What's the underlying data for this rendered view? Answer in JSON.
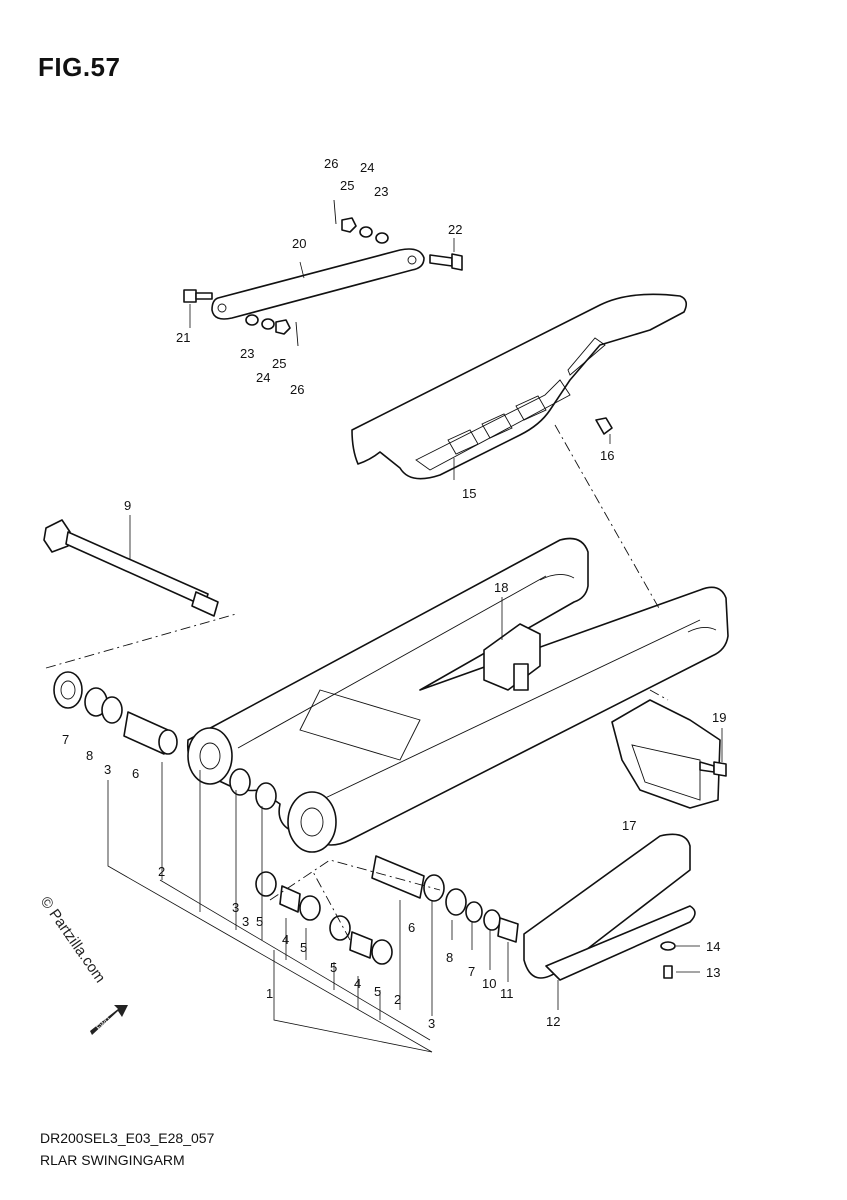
{
  "figure": {
    "title": "FIG.57"
  },
  "footer": {
    "code": "DR200SEL3_E03_E28_057",
    "name": "RLAR SWINGINGARM"
  },
  "watermark": {
    "text": "© Partzilla.com",
    "arrow_label": "FWD"
  },
  "callouts": [
    {
      "id": "c26a",
      "label": "26"
    },
    {
      "id": "c24a",
      "label": "24"
    },
    {
      "id": "c25a",
      "label": "25"
    },
    {
      "id": "c23a",
      "label": "23"
    },
    {
      "id": "c20",
      "label": "20"
    },
    {
      "id": "c22",
      "label": "22"
    },
    {
      "id": "c21",
      "label": "21"
    },
    {
      "id": "c23b",
      "label": "23"
    },
    {
      "id": "c24b",
      "label": "24"
    },
    {
      "id": "c25b",
      "label": "25"
    },
    {
      "id": "c26b",
      "label": "26"
    },
    {
      "id": "c16",
      "label": "16"
    },
    {
      "id": "c15",
      "label": "15"
    },
    {
      "id": "c9",
      "label": "9"
    },
    {
      "id": "c18",
      "label": "18"
    },
    {
      "id": "c19",
      "label": "19"
    },
    {
      "id": "c17",
      "label": "17"
    },
    {
      "id": "c7a",
      "label": "7"
    },
    {
      "id": "c8a",
      "label": "8"
    },
    {
      "id": "c3a",
      "label": "3"
    },
    {
      "id": "c6a",
      "label": "6"
    },
    {
      "id": "c2a",
      "label": "2"
    },
    {
      "id": "c3b",
      "label": "3"
    },
    {
      "id": "c3c",
      "label": "3"
    },
    {
      "id": "c5a",
      "label": "5"
    },
    {
      "id": "c4a",
      "label": "4"
    },
    {
      "id": "c5b",
      "label": "5"
    },
    {
      "id": "c5c",
      "label": "5"
    },
    {
      "id": "c4b",
      "label": "4"
    },
    {
      "id": "c5d",
      "label": "5"
    },
    {
      "id": "c1",
      "label": "1"
    },
    {
      "id": "c6b",
      "label": "6"
    },
    {
      "id": "c2b",
      "label": "2"
    },
    {
      "id": "c8b",
      "label": "8"
    },
    {
      "id": "c7b",
      "label": "7"
    },
    {
      "id": "c10",
      "label": "10"
    },
    {
      "id": "c11",
      "label": "11"
    },
    {
      "id": "c3d",
      "label": "3"
    },
    {
      "id": "c14",
      "label": "14"
    },
    {
      "id": "c13",
      "label": "13"
    },
    {
      "id": "c12",
      "label": "12"
    }
  ]
}
